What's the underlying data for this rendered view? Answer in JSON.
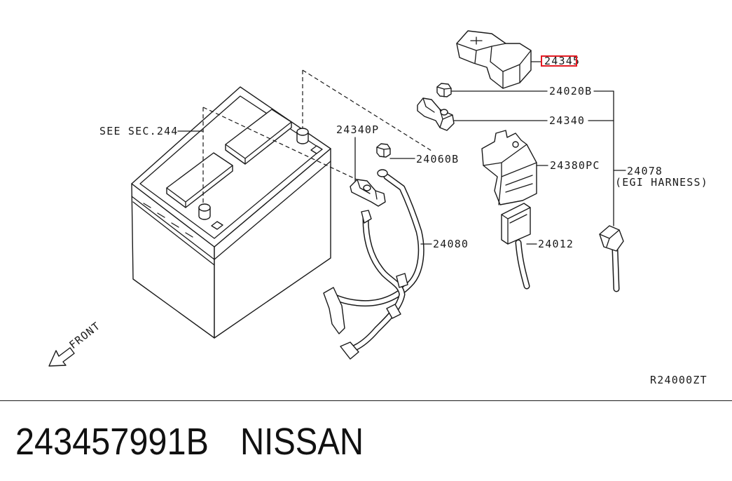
{
  "diagram": {
    "labels": {
      "p24345": "24345",
      "p24020b": "24020B",
      "p24340": "24340",
      "see_sec": "SEE SEC.244",
      "p24340p": "24340P",
      "p24060b": "24060B",
      "p24380pc": "24380PC",
      "p24078": "24078",
      "egi_harness": "(EGI HARNESS)",
      "p24080": "24080",
      "p24012": "24012",
      "front": "FRONT"
    },
    "drawing_code": "R24000ZT"
  },
  "footer": {
    "part_number": "243457991B",
    "brand": "NISSAN"
  },
  "colors": {
    "highlight": "#e31b23",
    "ink": "#1a1a1a"
  }
}
